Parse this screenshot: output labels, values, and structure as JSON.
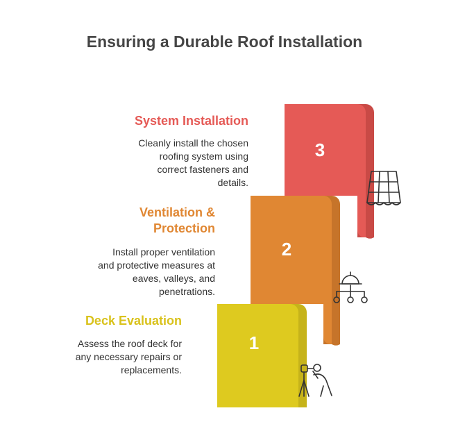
{
  "title": "Ensuring a Durable Roof Installation",
  "colors": {
    "step1": "#DECA1F",
    "step1_dark": "#C6B31A",
    "step2": "#E08733",
    "step2_dark": "#C6742A",
    "step3": "#E55A56",
    "step3_dark": "#C94A46",
    "text": "#333333",
    "title": "#454545"
  },
  "steps": [
    {
      "number": "1",
      "heading": "Deck Evaluation",
      "description_lines": [
        "Assess the roof deck for",
        "any necessary repairs or",
        "replacements."
      ],
      "icon": "surveyor-icon"
    },
    {
      "number": "2",
      "heading_lines": [
        "Ventilation &",
        "Protection"
      ],
      "description_lines": [
        "Install proper ventilation",
        "and protective measures at",
        "eaves, valleys, and",
        "penetrations."
      ],
      "icon": "hardhat-network-icon"
    },
    {
      "number": "3",
      "heading": "System Installation",
      "description_lines": [
        "Cleanly install the chosen",
        "roofing system using",
        "correct fasteners and",
        "details."
      ],
      "icon": "roof-tiles-icon"
    }
  ]
}
